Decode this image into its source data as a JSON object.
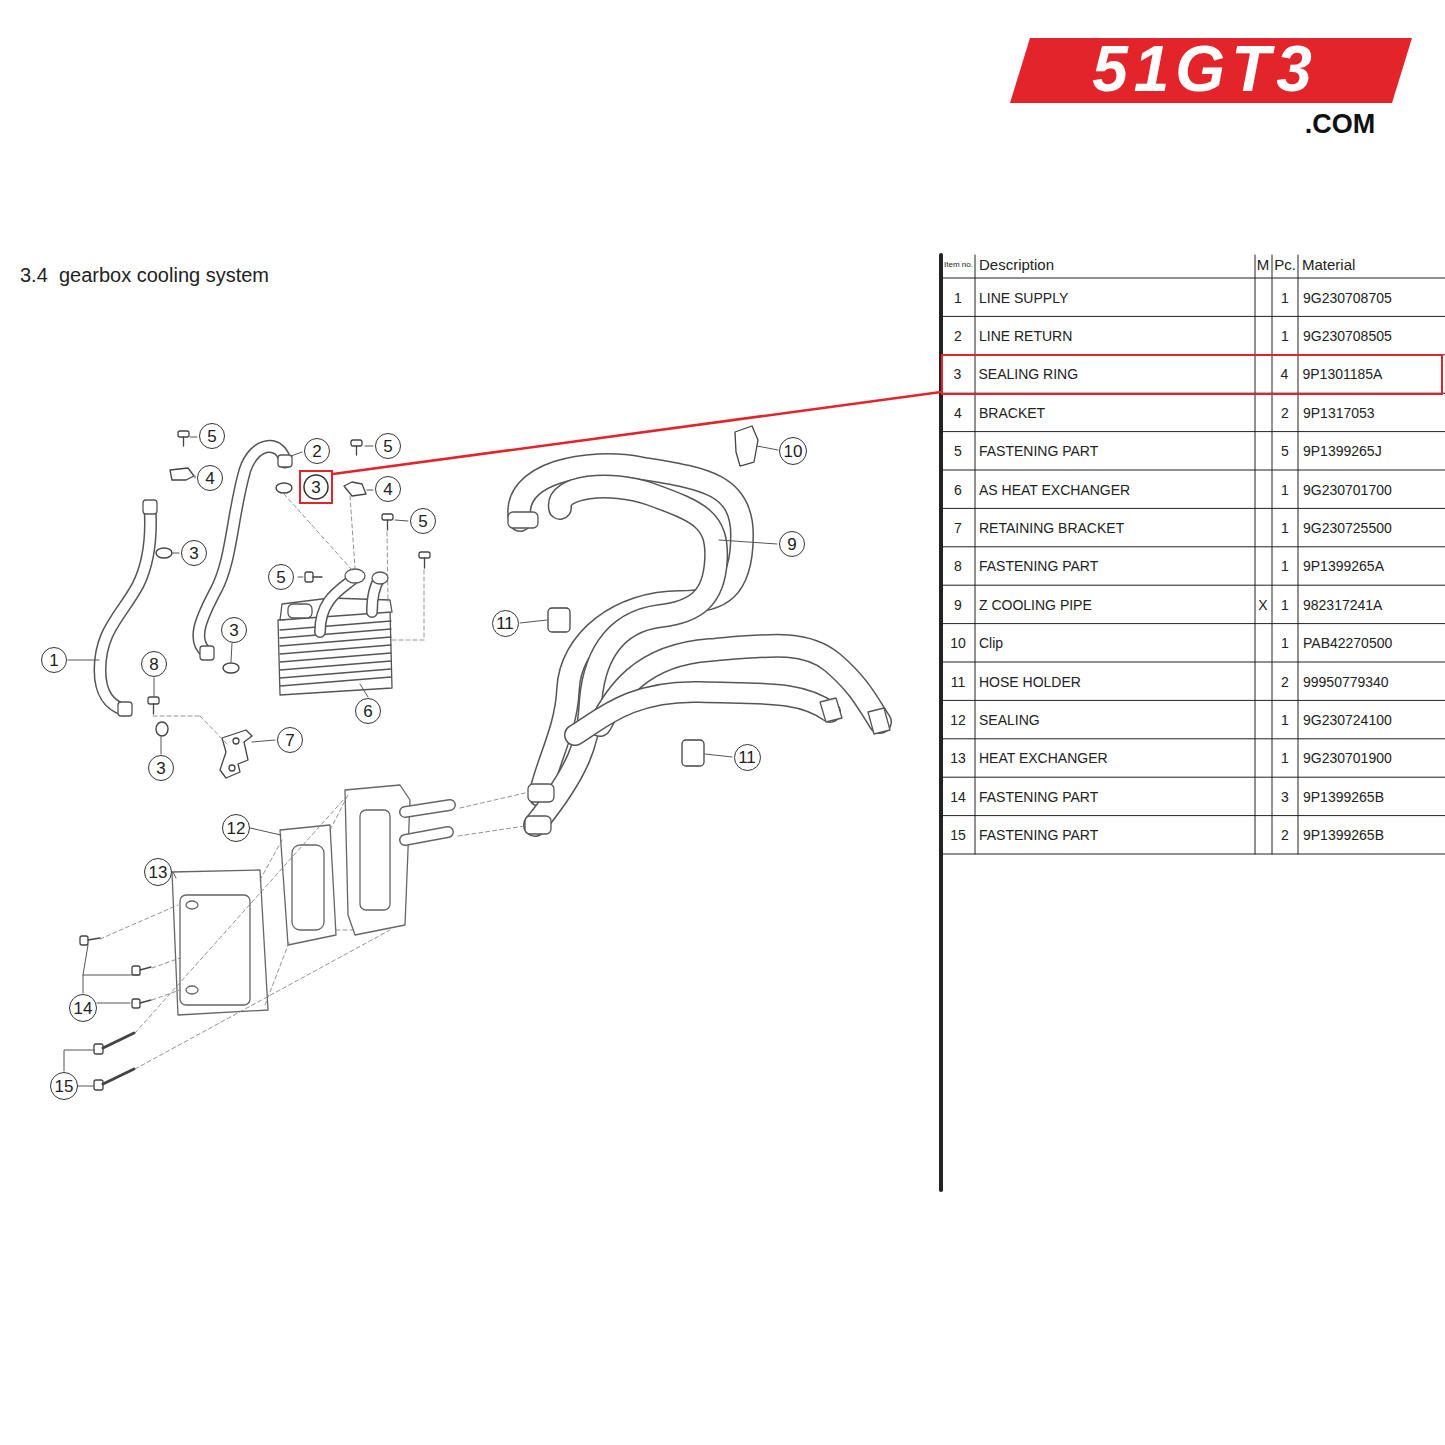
{
  "diagram": {
    "title": "3.4  gearbox cooling system",
    "nodes": [
      {
        "text": [
          "5"
        ]
      },
      {
        "text": [
          "5"
        ]
      },
      {
        "text": [
          "2"
        ]
      },
      {
        "text": [
          "10"
        ]
      },
      {
        "text": [
          "4"
        ]
      },
      {
        "text": [
          "3"
        ]
      },
      {
        "text": [
          "4"
        ]
      },
      {
        "text": [
          "5"
        ]
      },
      {
        "text": [
          "9"
        ]
      },
      {
        "text": [
          "3"
        ]
      },
      {
        "text": [
          "5"
        ]
      },
      {
        "text": [
          "11"
        ]
      },
      {
        "text": [
          "3"
        ]
      },
      {
        "text": [
          "1"
        ]
      },
      {
        "text": [
          "8"
        ]
      },
      {
        "text": [
          "6"
        ]
      },
      {
        "text": [
          "7"
        ]
      },
      {
        "text": [
          "11"
        ]
      },
      {
        "text": [
          "3"
        ]
      },
      {
        "text": [
          "12"
        ]
      },
      {
        "text": [
          "13"
        ]
      },
      {
        "text": [
          "14"
        ]
      },
      {
        "text": [
          "15"
        ]
      },
      {
        "text": [
          "3",
          "SEALING RING",
          "4",
          "9P1301185A"
        ]
      }
    ],
    "edges": [
      {
        "from": 5,
        "to": 23,
        "arrow": "none"
      }
    ],
    "labels": [
      "51GT3",
      ".COM",
      "Item no.",
      "Description",
      "M",
      "Pc.",
      "Material",
      "1",
      "LINE SUPPLY",
      "1",
      "9G230708705",
      "2",
      "LINE RETURN",
      "1",
      "9G230708505",
      "4",
      "BRACKET",
      "2",
      "9P1317053",
      "5",
      "FASTENING PART",
      "5",
      "9P1399265J",
      "6",
      "AS HEAT EXCHANGER",
      "1",
      "9G230701700",
      "7",
      "RETAINING BRACKET",
      "1",
      "9G230725500",
      "8",
      "FASTENING PART",
      "1",
      "9P1399265A",
      "9",
      "Z COOLING PIPE",
      "X",
      "1",
      "982317241A",
      "10",
      "Clip",
      "1",
      "PAB42270500",
      "11",
      "HOSE HOLDER",
      "2",
      "99950779340",
      "12",
      "SEALING",
      "1",
      "9G230724100",
      "13",
      "HEAT EXCHANGER",
      "1",
      "9G230701900",
      "14",
      "FASTENING PART",
      "3",
      "9P1399265B",
      "15",
      "FASTENING PART",
      "2",
      "9P1399265B"
    ]
  }
}
